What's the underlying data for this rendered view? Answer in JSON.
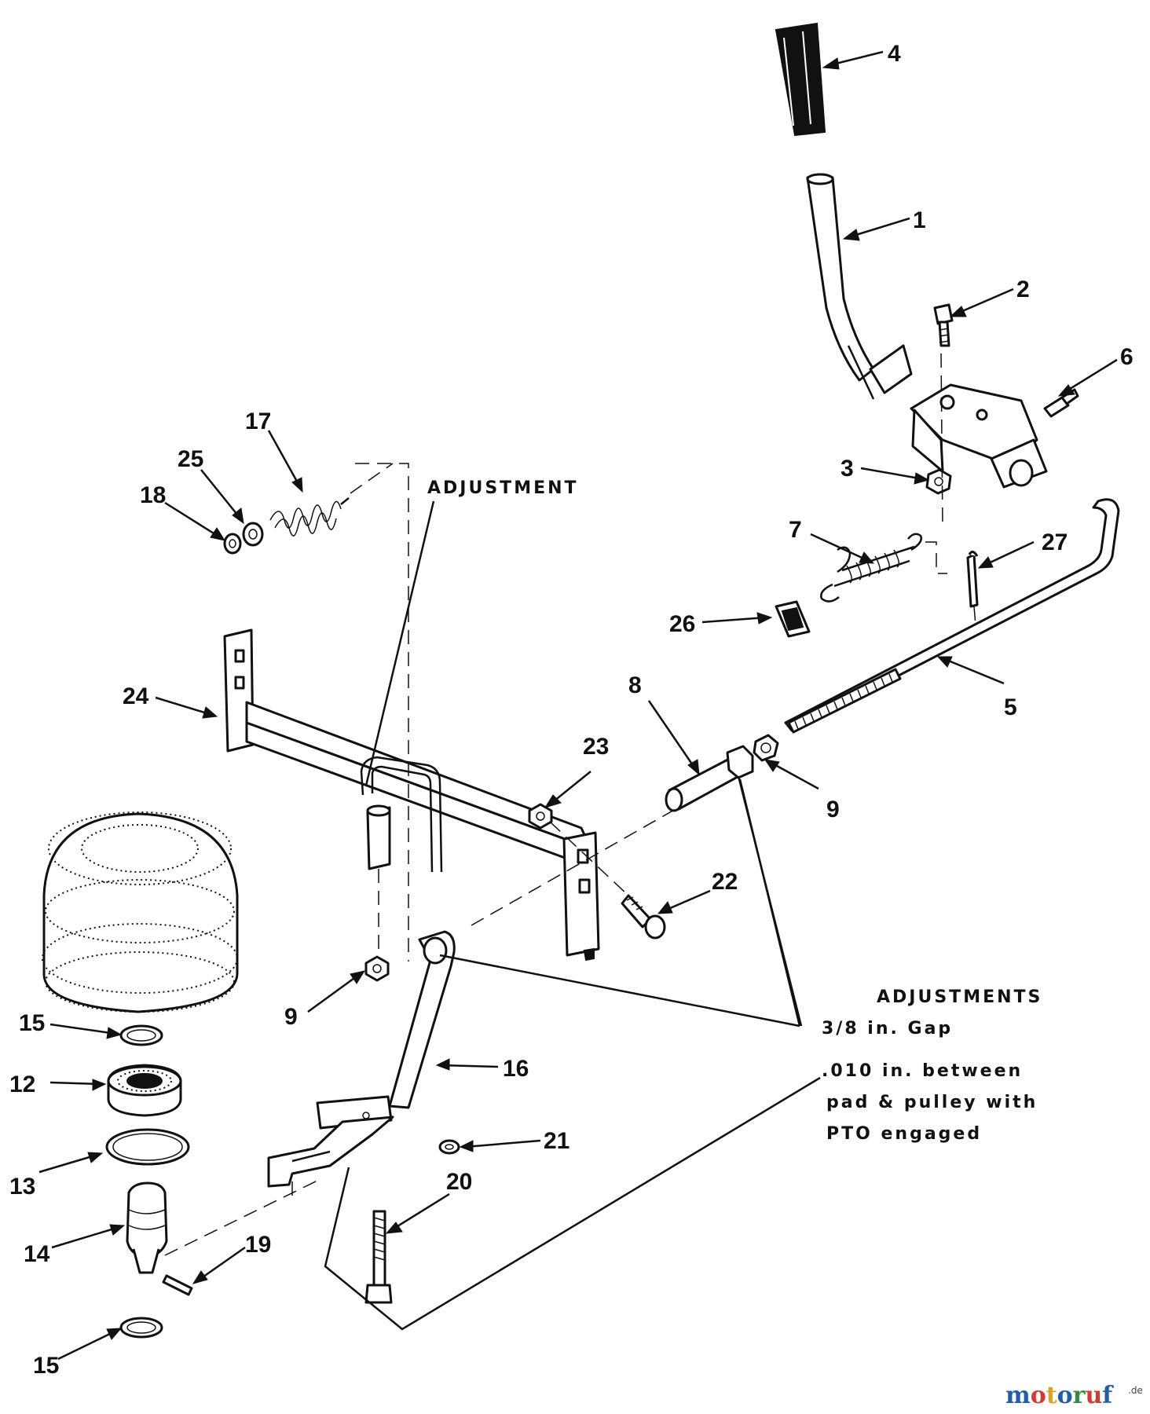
{
  "callouts": {
    "c1": "1",
    "c2": "2",
    "c3": "3",
    "c4": "4",
    "c5": "5",
    "c6": "6",
    "c7": "7",
    "c8": "8",
    "c9a": "9",
    "c9b": "9",
    "c12": "12",
    "c13": "13",
    "c14": "14",
    "c15a": "15",
    "c15b": "15",
    "c16": "16",
    "c17": "17",
    "c18": "18",
    "c19": "19",
    "c20": "20",
    "c21": "21",
    "c22": "22",
    "c23": "23",
    "c24": "24",
    "c25": "25",
    "c26": "26",
    "c27": "27"
  },
  "notes": {
    "adjustment": "ADJUSTMENT",
    "adjustments_title": "ADJUSTMENTS",
    "gap": "3/8 in. Gap",
    "clearance_line1": ".010 in. between",
    "clearance_line2": "pad & pulley with",
    "clearance_line3": "PTO engaged"
  },
  "watermark": {
    "brand_parts": [
      "m",
      "o",
      "t",
      "o",
      "r",
      "u",
      "f"
    ],
    "brand_colors": [
      "#1f5fa8",
      "#d43a2f",
      "#e0a21b",
      "#1f5fa8",
      "#2f8f3a",
      "#d43a2f",
      "#1f5fa8"
    ],
    "suffix": ".de"
  }
}
